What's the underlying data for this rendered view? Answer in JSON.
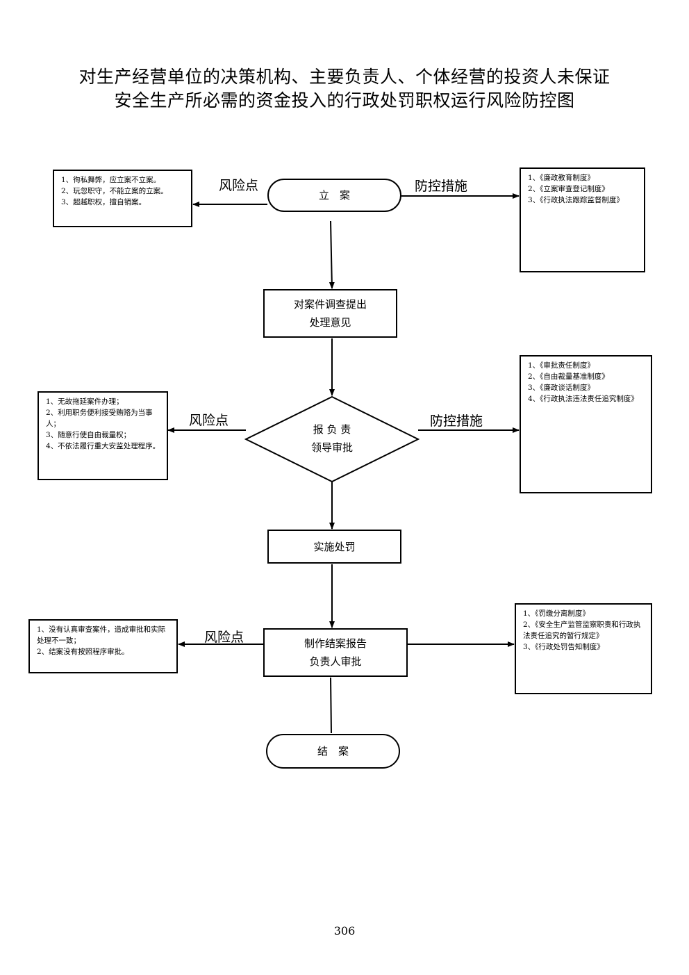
{
  "title": {
    "line1": "对生产经营单位的决策机构、主要负责人、个体经营的投资人未保证",
    "line2": "安全生产所必需的资金投入的行政处罚职权运行风险防控图"
  },
  "nodes": {
    "start": "立　案",
    "investigate_l1": "对案件调查提出",
    "investigate_l2": "处理意见",
    "approve_l1": "报 负 责",
    "approve_l2": "领导审批",
    "execute": "实施处罚",
    "report_l1": "制作结案报告",
    "report_l2": "负责人审批",
    "end": "结　案"
  },
  "labels": {
    "risk": "风险点",
    "control": "防控措施"
  },
  "risks": {
    "r1": [
      "1、徇私舞弊，应立案不立案。",
      "2、玩忽职守，不能立案的立案。",
      "3、超越职权，擅自销案。"
    ],
    "r2": [
      "1、无故拖延案件办理；",
      "2、利用职务便利接受贿赂为当事人；",
      "3、随意行使自由裁量权；",
      "4、不依法履行重大安监处理程序。"
    ],
    "r3": [
      "1、没有认真审查案件，造成审批和实际处理不一致；",
      "2、结案没有按照程序审批。"
    ]
  },
  "controls": {
    "c1": [
      "1、《廉政教育制度》",
      "2、《立案审查登记制度》",
      "3、《行政执法跟踪监督制度》"
    ],
    "c2": [
      "1、《审批责任制度》",
      "2、《自由裁量基准制度》",
      "3、《廉政谈话制度》",
      "4、《行政执法违法责任追究制度》"
    ],
    "c3": [
      "1、《罚缴分离制度》",
      "2、《安全生产监管监察职责和行政执法责任追究的暂行规定》",
      "3、《行政处罚告知制度》"
    ]
  },
  "page_number": "306"
}
